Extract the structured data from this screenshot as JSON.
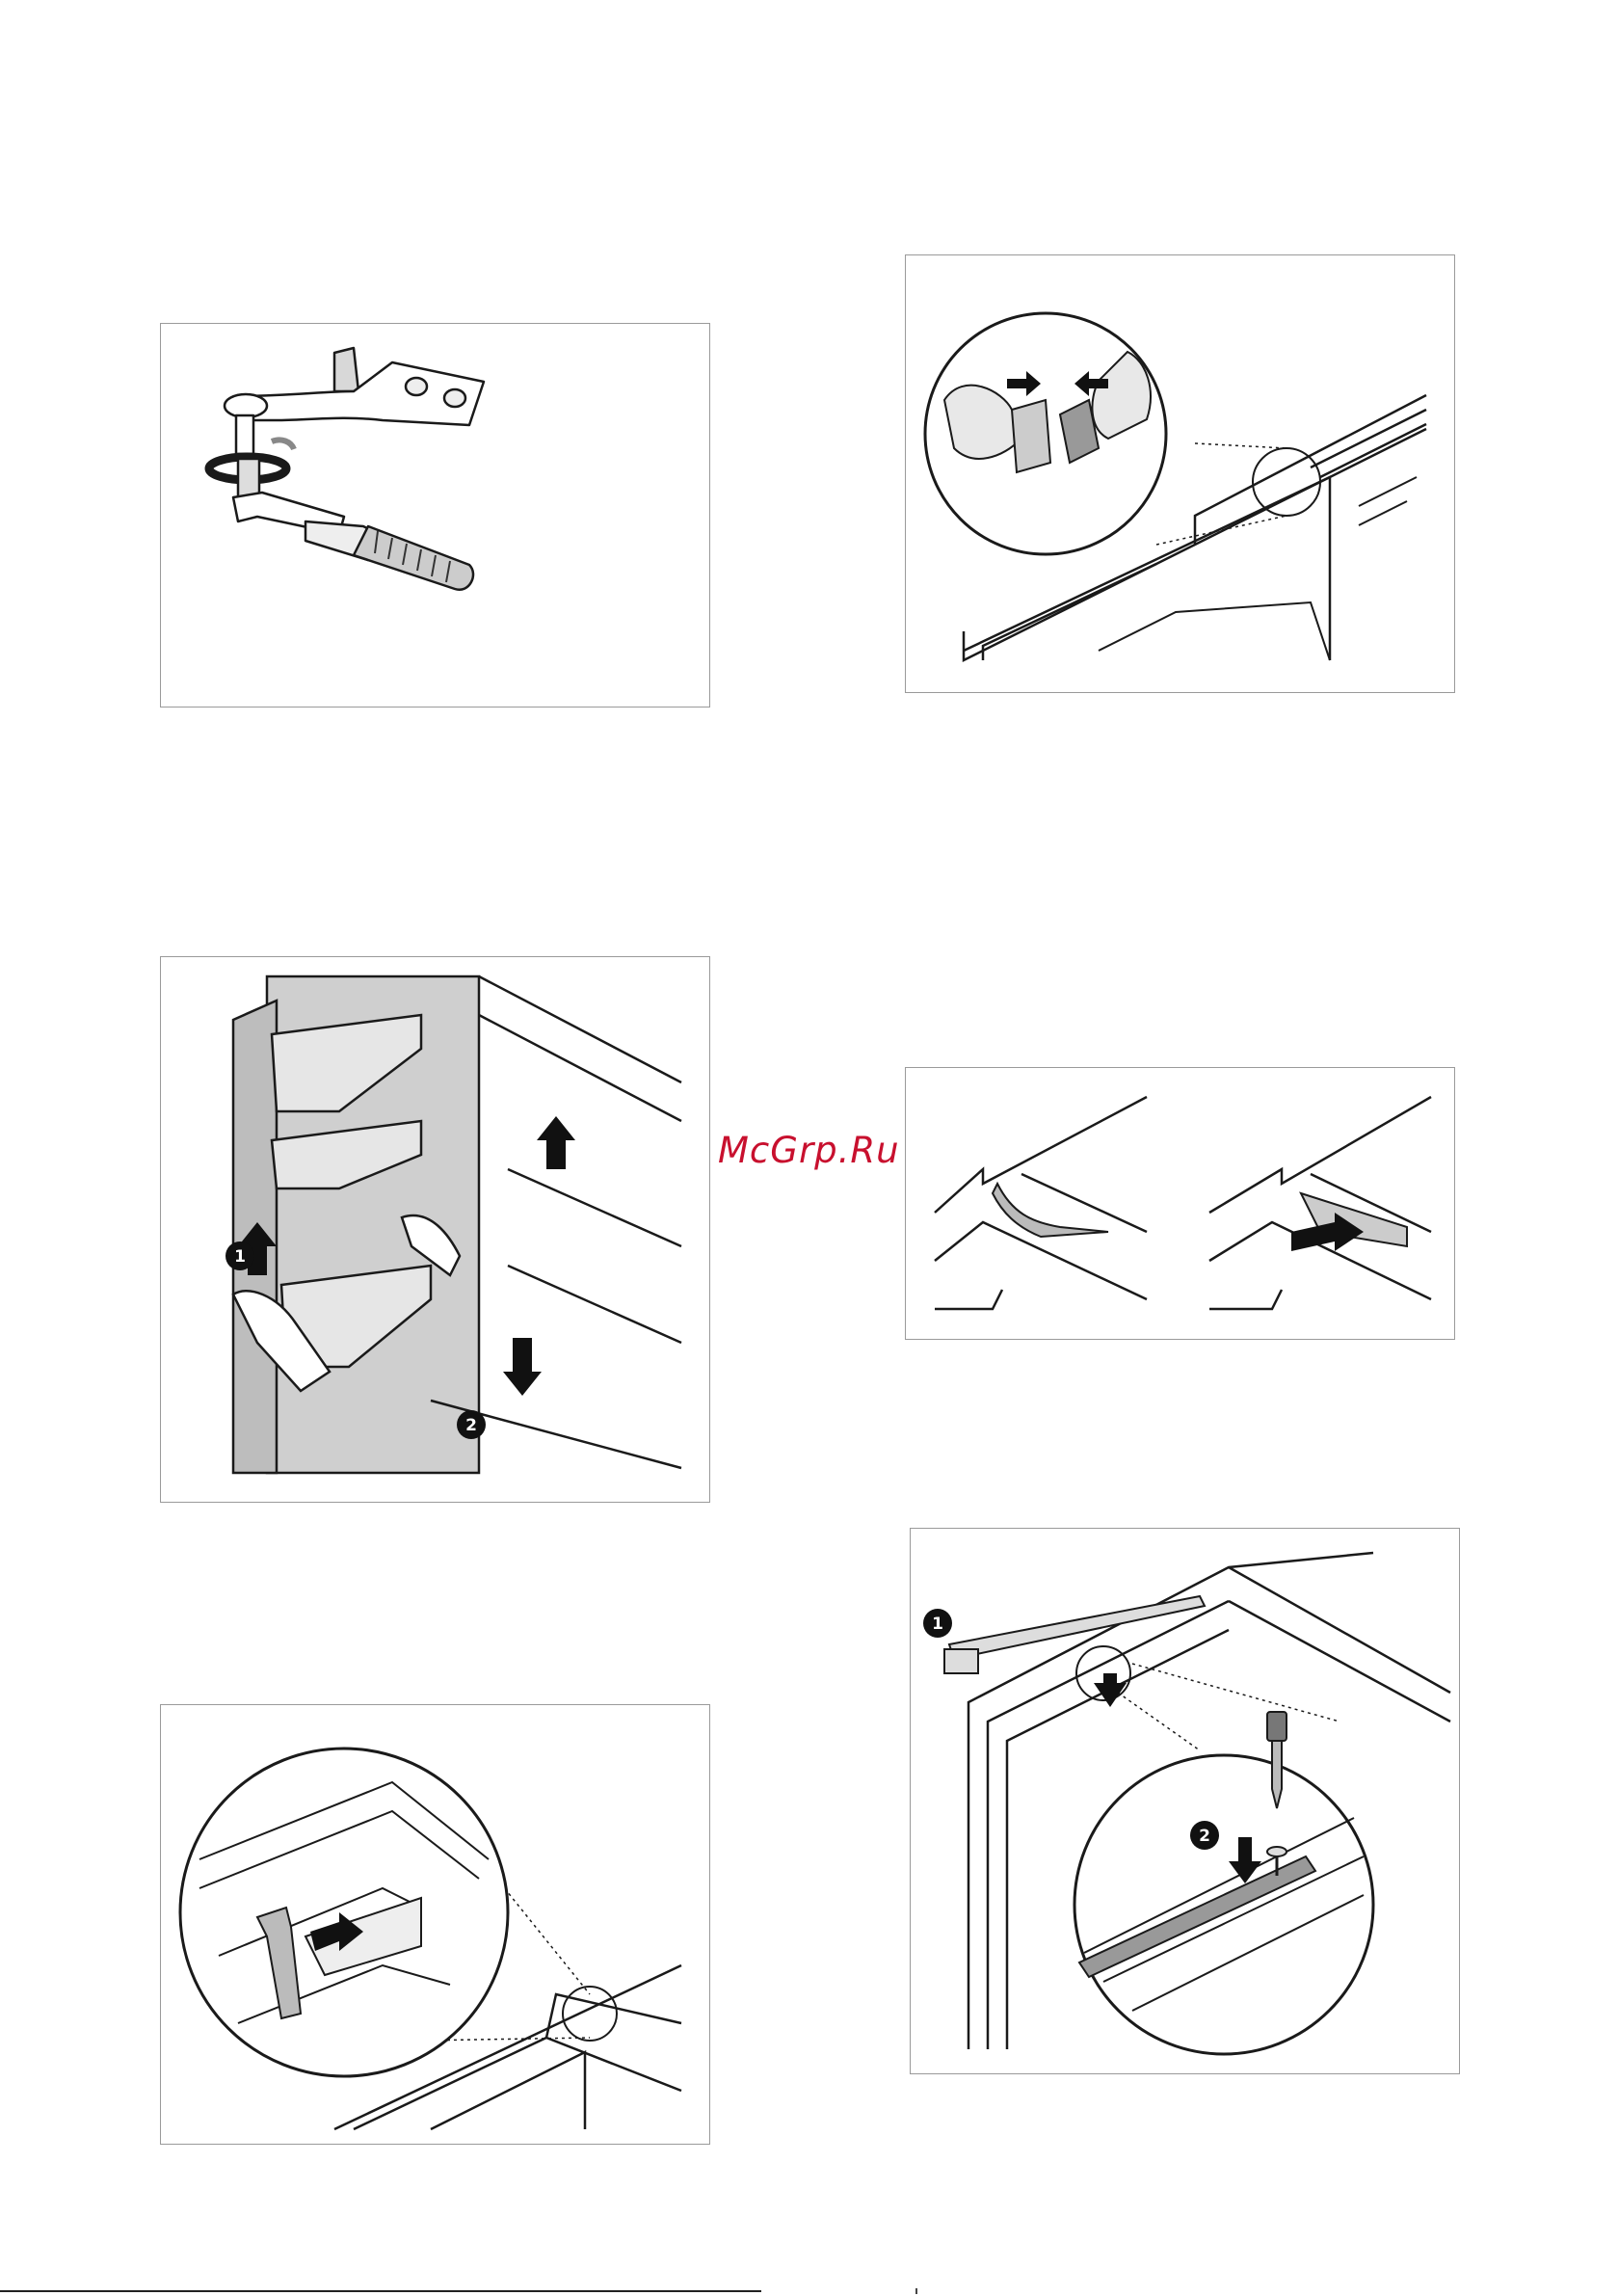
{
  "watermark": {
    "text": "McGrp.Ru"
  },
  "panels": {
    "hinge_pin": {
      "description_icon": "wrench-hinge-icon"
    },
    "connector": {
      "description_icon": "connector-icon"
    },
    "door_removal": {
      "step1": "1",
      "step2": "2"
    },
    "hinge_cover": {
      "description_icon": "hinge-cover-icon"
    },
    "lower_hinge": {
      "description_icon": "lower-hinge-icon"
    },
    "top_trim": {
      "step1": "1",
      "step2": "2"
    }
  },
  "colors": {
    "line": "#1a1a1a",
    "shade": "#cfcfcf",
    "arrow": "#111111",
    "border": "#9a9a9a",
    "watermark": "#c8102e"
  }
}
